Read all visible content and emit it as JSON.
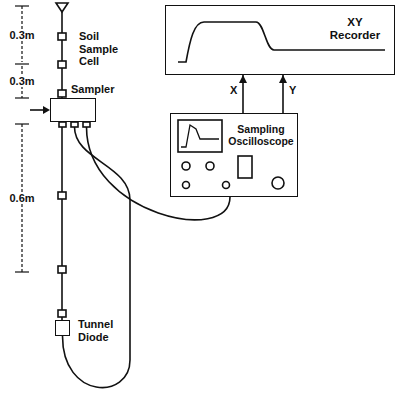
{
  "diagram": {
    "nodes": [
      {
        "text": [
          "XY Recorder"
        ]
      },
      {
        "text": [
          "Sampler"
        ]
      },
      {
        "text": [
          "Sampling Oscilloscope"
        ]
      },
      {
        "text": [
          "Tunnel Diode"
        ]
      }
    ],
    "edges": [
      {
        "from": 2,
        "to": 0,
        "label": "X",
        "arrow": "to"
      },
      {
        "from": 2,
        "to": 0,
        "label": "Y",
        "arrow": "to"
      },
      {
        "from": 1,
        "to": 2,
        "arrow": "none"
      },
      {
        "from": 1,
        "to": 3,
        "arrow": "none"
      },
      {
        "from": 1,
        "to": 3,
        "arrow": "none"
      }
    ],
    "labels": [
      "0.3m",
      "Soil Sample Cell",
      "0.3m",
      "0.6m"
    ]
  }
}
